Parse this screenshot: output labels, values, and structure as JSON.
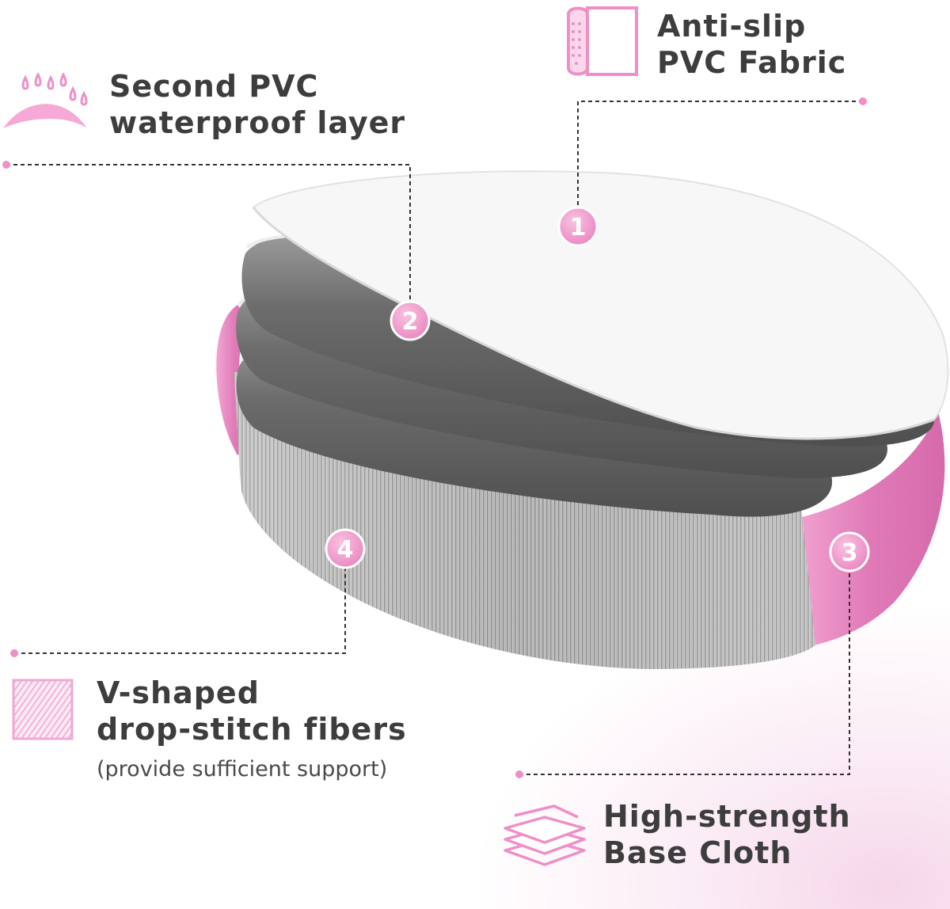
{
  "callouts": {
    "anti_slip": {
      "number": "1",
      "line1": "Anti-slip",
      "line2": "PVC Fabric",
      "icon": "fabric-roll-icon"
    },
    "waterproof": {
      "number": "2",
      "line1": "Second PVC",
      "line2": "waterproof layer",
      "icon": "water-drops-icon"
    },
    "base_cloth": {
      "number": "3",
      "line1": "High-strength",
      "line2": "Base Cloth",
      "icon": "stacked-cloth-icon"
    },
    "fibers": {
      "number": "4",
      "line1": "V-shaped",
      "line2": "drop-stitch fibers",
      "note": "(provide sufficient support)",
      "icon": "hatched-square-icon"
    }
  },
  "colors": {
    "accent_pink": "#ee8fc8",
    "text": "#3d3d3d",
    "layer_gray": "#6b6b6b",
    "top_sheet": "#f6f6f6"
  }
}
